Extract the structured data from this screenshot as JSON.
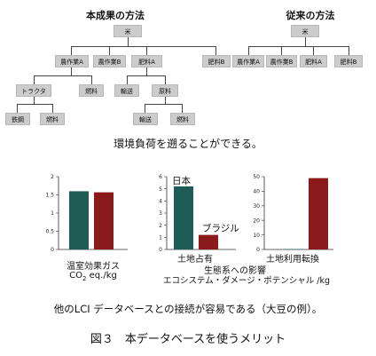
{
  "diagram_new": {
    "title": "本成果の方法",
    "root": "米",
    "level1": [
      "農作業A",
      "農作業B",
      "肥料A",
      "肥料B"
    ],
    "level2": [
      "トラクタ",
      "燃料",
      "輸送",
      "原料"
    ],
    "level3": [
      "鉄鋼",
      "燃料",
      "輸送",
      "燃料"
    ]
  },
  "diagram_old": {
    "title": "従来の方法",
    "root": "米",
    "level1": [
      "農作業A",
      "農作業B",
      "肥料A",
      "肥料B"
    ]
  },
  "caption_trace": "環境負荷を遡ることができる。",
  "chart_data": [
    {
      "type": "bar",
      "categories": [
        "",
        ""
      ],
      "values": [
        1.6,
        1.57
      ],
      "ylim": [
        0,
        2
      ],
      "yticks": [
        "0",
        "0.5",
        "1",
        "1.5",
        "2"
      ],
      "colors": [
        "#1f5c56",
        "#8a1a1c"
      ],
      "xlabel": "温室効果ガス",
      "unit_main": "CO",
      "unit_sub": "2",
      "unit_rest": " eq./kg"
    },
    {
      "type": "bar",
      "categories": [
        "日本",
        "ブラジル"
      ],
      "values": [
        5.2,
        1.2
      ],
      "ylim": [
        0,
        6
      ],
      "yticks": [
        "0",
        "1",
        "2",
        "3",
        "4",
        "5",
        "6"
      ],
      "colors": [
        "#1f5c56",
        "#8a1a1c"
      ],
      "xlabel": "土地占有"
    },
    {
      "type": "bar",
      "categories": [
        "",
        ""
      ],
      "values": [
        0.3,
        49
      ],
      "ylim": [
        0,
        50
      ],
      "yticks": [
        "0",
        "10",
        "20",
        "30",
        "40",
        "50"
      ],
      "colors": [
        "#1f5c56",
        "#8a1a1c"
      ],
      "xlabel": "土地利用転換"
    }
  ],
  "eco_label": "生態系への影響",
  "eco_unit": "エコシステム・ダメージ・ポテンシャル /kg",
  "caption_db": "他のLCI データベースとの接続が容易である（大豆の例）。",
  "figure_caption": "図３　本データベースを使うメリット",
  "colors": {
    "japan": "#1f5c56",
    "brazil": "#8a1a1c",
    "box": "#cccccc"
  }
}
